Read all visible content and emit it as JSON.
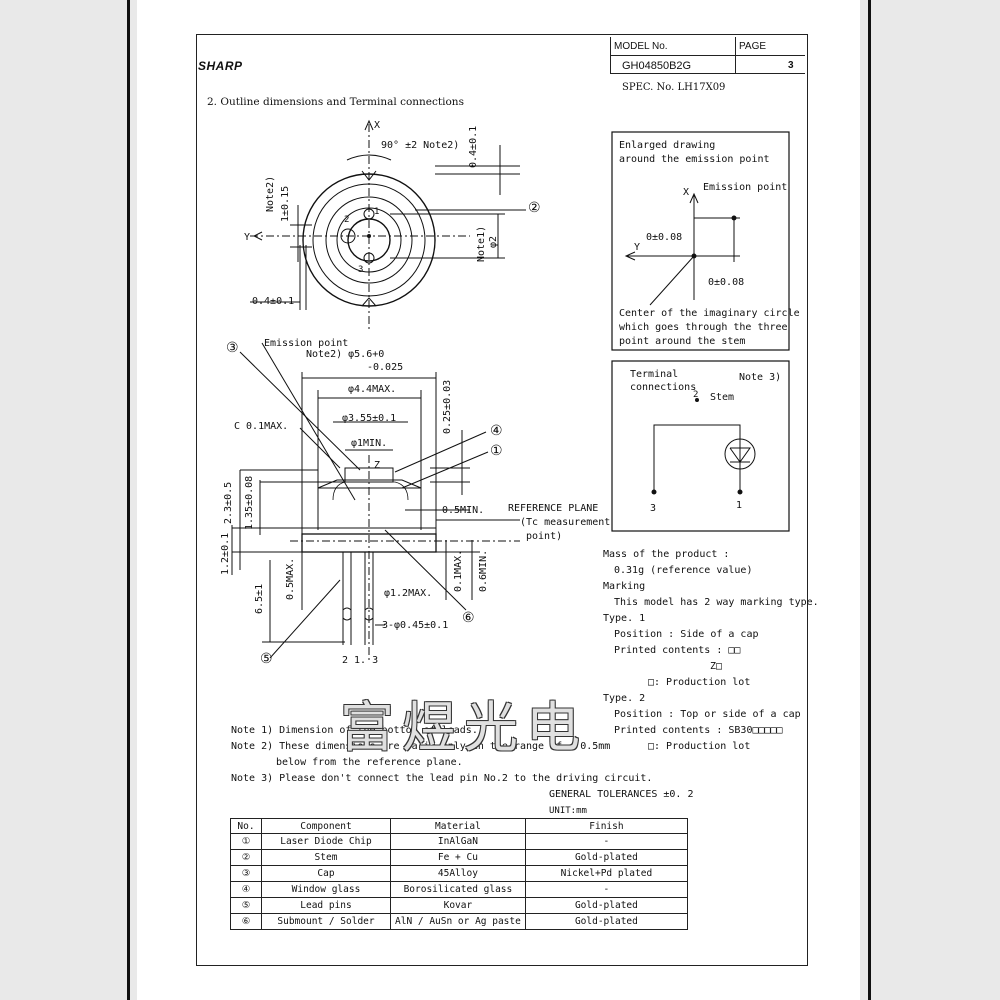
{
  "header": {
    "brand": "SHARP",
    "model_label": "MODEL No.",
    "model_value": "GH04850B2G",
    "page_label": "PAGE",
    "page_value": "3",
    "spec": "SPEC. No. LH17X09"
  },
  "section_title": "2. Outline dimensions and Terminal connections",
  "drawing_top": {
    "x_axis": "X",
    "y_axis": "Y",
    "angle": "90° ±2  Note2)",
    "dim_04_top": "0.4±0.1",
    "dim_1_015": "1±0.15",
    "note2_left": "Note2)",
    "note1_phi2": "φ2",
    "note1": "Note1)",
    "dim_04_left": "0.4±0.1",
    "callout_2": "②",
    "pin1": "1",
    "pin2": "2",
    "pin3": "3",
    "emission_point": "Emission point"
  },
  "drawing_side": {
    "callout_3": "③",
    "note2_dia": "Note2) φ5.6+0",
    "tol": "-0.025",
    "dia44": "φ4.4MAX.",
    "dia355": "φ3.55±0.1",
    "dia1": "φ1MIN.",
    "c01": "C  0.1MAX.",
    "dim_025": "0.25±0.03",
    "callout_4": "④",
    "callout_1": "①",
    "z_axis": "Z",
    "dim_23": "2.3±0.5",
    "dim_135": "1.35±0.08",
    "dim_05min": "0.5MIN.",
    "ref_plane": "REFERENCE PLANE",
    "tc_meas": "(Tc measurement",
    "point": "point)",
    "dim_12": "1.2±0.1",
    "dim_65": "6.5±1",
    "dim_05max": "0.5MAX.",
    "dim_01max": "0.1MAX.",
    "dim_06min": "0.6MIN.",
    "dia12": "φ1.2MAX.",
    "callout_6": "⑥",
    "lead_dia": "3-φ0.45±0.1",
    "callout_5": "⑤",
    "pin_order": "2  1. 3"
  },
  "enlarged": {
    "title1": "Enlarged drawing",
    "title2": "around the emission point",
    "x_axis": "X",
    "y_axis": "Y",
    "emission": "Emission point",
    "tol_y": "0±0.08",
    "tol_x": "0±0.08",
    "center1": "Center of the imaginary circle",
    "center2": "which goes through the three",
    "center3": "point around the stem"
  },
  "terminal": {
    "title1": "Terminal",
    "title2": "connections",
    "note3": "Note 3)",
    "stem_num": "2",
    "stem": "Stem",
    "pin3": "3",
    "pin1": "1"
  },
  "info": {
    "mass_label": "Mass of the product :",
    "mass_value": "0.31g (reference value)",
    "marking": "Marking",
    "marking_desc": "This model has 2 way marking type.",
    "type1": "Type. 1",
    "type1_pos": "Position : Side of a cap",
    "type1_print": "Printed contents : □□",
    "type1_z": "Z□",
    "lot1": "□:  Production lot",
    "type2": "Type. 2",
    "type2_pos": "Position : Top or side of a cap",
    "type2_print": "Printed contents :  SB30□□□□□",
    "lot2": "□:  Production lot"
  },
  "notes": {
    "n1": "Note 1) Dimension of the bottom of leads.",
    "n2a": "Note 2) These dimensions are valid only in the range of  ~ 0.5mm",
    "n2b": "below from the reference plane.",
    "n3": "Note 3) Please don't connect the lead pin No.2 to the driving circuit."
  },
  "tolerances": {
    "general": "GENERAL TOLERANCES ±0. 2",
    "unit": "UNIT:mm"
  },
  "table": {
    "headers": [
      "No.",
      "Component",
      "Material",
      "Finish"
    ],
    "rows": [
      [
        "①",
        "Laser Diode Chip",
        "InAlGaN",
        "-"
      ],
      [
        "②",
        "Stem",
        "Fe + Cu",
        "Gold-plated"
      ],
      [
        "③",
        "Cap",
        "45Alloy",
        "Nickel+Pd plated"
      ],
      [
        "④",
        "Window glass",
        "Borosilicated glass",
        "-"
      ],
      [
        "⑤",
        "Lead pins",
        "Kovar",
        "Gold-plated"
      ],
      [
        "⑥",
        "Submount / Solder",
        "AlN / AuSn or Ag paste",
        "Gold-plated"
      ]
    ]
  },
  "watermark": "富煜光电"
}
